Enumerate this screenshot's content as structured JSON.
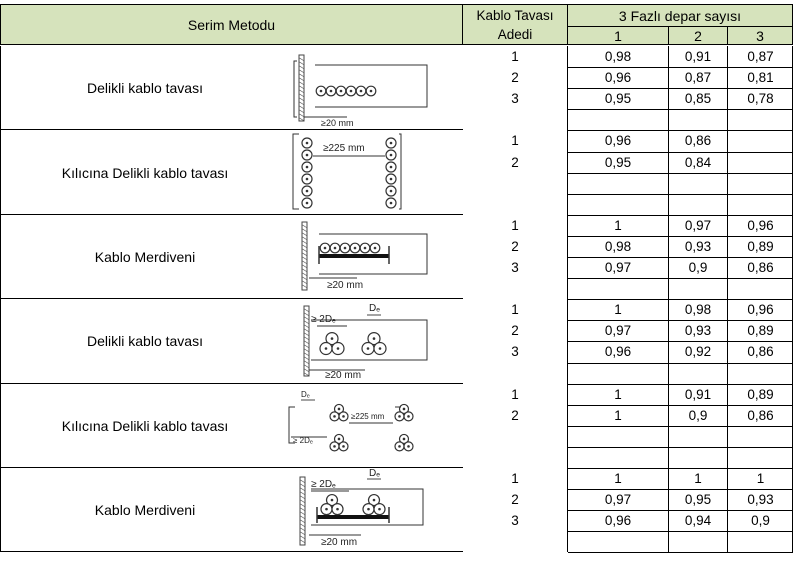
{
  "header": {
    "method": "Serim Metodu",
    "tray_count_line1": "Kablo Tavası",
    "tray_count_line2": "Adedi",
    "phase_group": "3 Fazlı depar sayısı",
    "col1": "1",
    "col2": "2",
    "col3": "3"
  },
  "sections": [
    {
      "method": "Delikli kablo tavası",
      "diagram": "perforated-tray-touching-icon",
      "dims": [
        "≥20 mm"
      ],
      "rows": [
        {
          "n": "1",
          "v1": "0,98",
          "v2": "0,91",
          "v3": "0,87"
        },
        {
          "n": "2",
          "v1": "0,96",
          "v2": "0,87",
          "v3": "0,81"
        },
        {
          "n": "3",
          "v1": "0,95",
          "v2": "0,85",
          "v3": "0,78"
        },
        {
          "n": "",
          "v1": "",
          "v2": "",
          "v3": ""
        }
      ]
    },
    {
      "method": "Kılıcına Delikli kablo tavası",
      "diagram": "vertical-tray-touching-icon",
      "dims": [
        "≥225 mm"
      ],
      "rows": [
        {
          "n": "1",
          "v1": "0,96",
          "v2": "0,86",
          "v3": ""
        },
        {
          "n": "2",
          "v1": "0,95",
          "v2": "0,84",
          "v3": ""
        },
        {
          "n": "",
          "v1": "",
          "v2": "",
          "v3": ""
        },
        {
          "n": "",
          "v1": "",
          "v2": "",
          "v3": ""
        }
      ]
    },
    {
      "method": "Kablo Merdiveni",
      "diagram": "ladder-touching-icon",
      "dims": [
        "≥20 mm"
      ],
      "rows": [
        {
          "n": "1",
          "v1": "1",
          "v2": "0,97",
          "v3": "0,96"
        },
        {
          "n": "2",
          "v1": "0,98",
          "v2": "0,93",
          "v3": "0,89"
        },
        {
          "n": "3",
          "v1": "0,97",
          "v2": "0,9",
          "v3": "0,86"
        },
        {
          "n": "",
          "v1": "",
          "v2": "",
          "v3": ""
        }
      ]
    },
    {
      "method": "Delikli kablo tavası",
      "diagram": "perforated-tray-trefoil-icon",
      "dims": [
        "≥ 2Dₑ",
        "Dₑ",
        "≥20 mm"
      ],
      "rows": [
        {
          "n": "1",
          "v1": "1",
          "v2": "0,98",
          "v3": "0,96"
        },
        {
          "n": "2",
          "v1": "0,97",
          "v2": "0,93",
          "v3": "0,89"
        },
        {
          "n": "3",
          "v1": "0,96",
          "v2": "0,92",
          "v3": "0,86"
        },
        {
          "n": "",
          "v1": "",
          "v2": "",
          "v3": ""
        }
      ]
    },
    {
      "method": "Kılıcına Delikli kablo tavası",
      "diagram": "vertical-tray-trefoil-icon",
      "dims": [
        "Dₑ",
        "≥225 mm",
        "≥ 2Dₑ"
      ],
      "rows": [
        {
          "n": "1",
          "v1": "1",
          "v2": "0,91",
          "v3": "0,89"
        },
        {
          "n": "2",
          "v1": "1",
          "v2": "0,9",
          "v3": "0,86"
        },
        {
          "n": "",
          "v1": "",
          "v2": "",
          "v3": ""
        },
        {
          "n": "",
          "v1": "",
          "v2": "",
          "v3": ""
        }
      ]
    },
    {
      "method": "Kablo Merdiveni",
      "diagram": "ladder-trefoil-icon",
      "dims": [
        "≥ 2Dₑ",
        "Dₑ",
        "≥20 mm"
      ],
      "rows": [
        {
          "n": "1",
          "v1": "1",
          "v2": "1",
          "v3": "1"
        },
        {
          "n": "2",
          "v1": "0,97",
          "v2": "0,95",
          "v3": "0,93"
        },
        {
          "n": "3",
          "v1": "0,96",
          "v2": "0,94",
          "v3": "0,9"
        },
        {
          "n": "",
          "v1": "",
          "v2": "",
          "v3": ""
        }
      ]
    }
  ]
}
